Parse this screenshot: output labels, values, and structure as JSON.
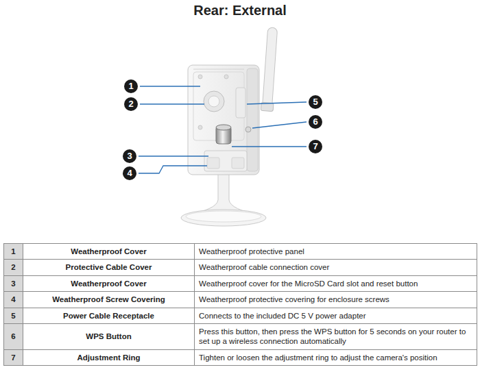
{
  "diagram": {
    "title": "Rear: External",
    "labels": [
      "1",
      "2",
      "3",
      "4",
      "5",
      "6",
      "7",
      "1",
      "Weatherproof Cover",
      "Weatherproof protective panel",
      "2",
      "Protective Cable Cover",
      "Weatherproof cable connection cover",
      "3",
      "Weatherproof Cover",
      "Weatherproof cover for the MicroSD Card slot and reset button",
      "4",
      "Weatherproof Screw Covering",
      "Weatherproof protective covering for enclosure screws",
      "5",
      "Power Cable Receptacle",
      "Connects to the included DC 5 V power adapter",
      "6",
      "WPS Button",
      "Press this button, then press the WPS button for 5 seconds on your router to set up a wireless connection automatically",
      "7",
      "Adjustment Ring",
      "Tighten or loosen the adjustment ring to adjust the camera's position"
    ]
  }
}
